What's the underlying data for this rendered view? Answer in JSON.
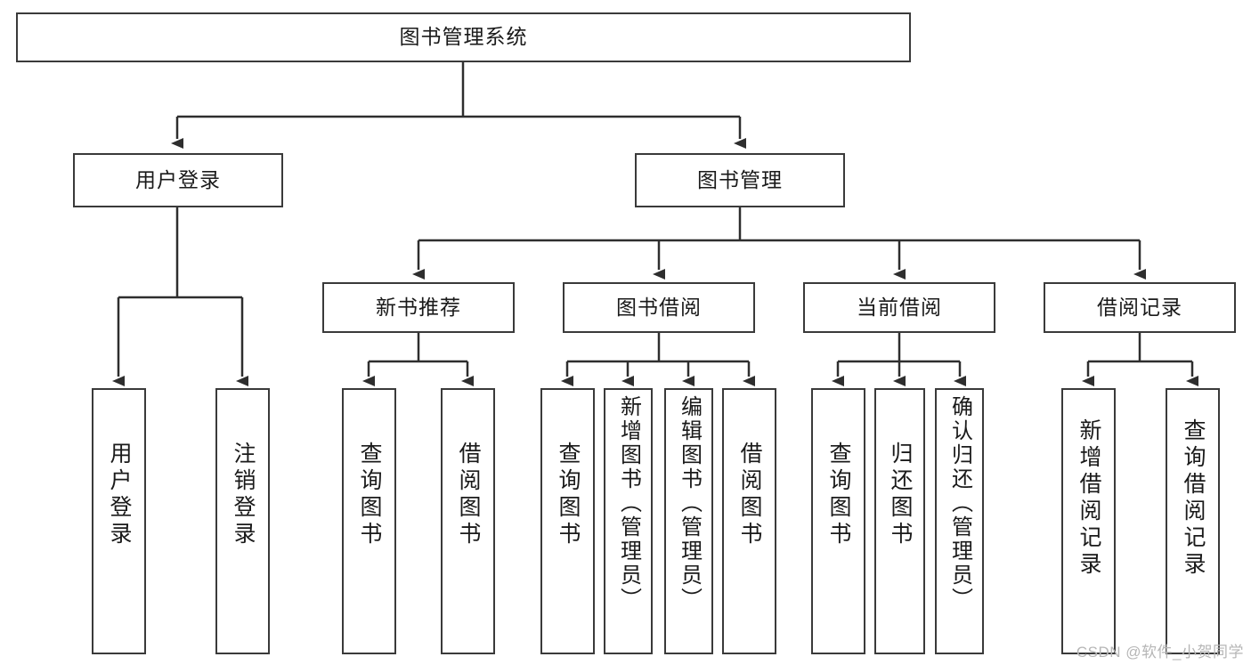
{
  "diagram": {
    "type": "tree",
    "title": "图书管理系统",
    "watermark": "CSDN @软件_小贺同学",
    "colors": {
      "box_border": "#3a3a3a",
      "box_fill": "#ffffff",
      "edge": "#2e2e2e",
      "text": "#1a1a1a",
      "background": "#ffffff",
      "watermark": "#b6b6b6"
    },
    "nodes": {
      "root": {
        "label": "图书管理系统"
      },
      "level2": [
        {
          "id": "user-login",
          "label": "用户登录"
        },
        {
          "id": "book-manage",
          "label": "图书管理"
        }
      ],
      "level3": [
        {
          "id": "new-book-recommend",
          "label": "新书推荐"
        },
        {
          "id": "book-borrow",
          "label": "图书借阅"
        },
        {
          "id": "current-borrow",
          "label": "当前借阅"
        },
        {
          "id": "borrow-record",
          "label": "借阅记录"
        }
      ],
      "leaves": {
        "user-login": [
          {
            "id": "leaf-user-login",
            "label": "用户登录"
          },
          {
            "id": "leaf-logout-login",
            "label": "注销登录"
          }
        ],
        "new-book-recommend": [
          {
            "id": "leaf-query-book-1",
            "label": "查询图书"
          },
          {
            "id": "leaf-borrow-book-1",
            "label": "借阅图书"
          }
        ],
        "book-borrow": [
          {
            "id": "leaf-query-book-2",
            "label": "查询图书"
          },
          {
            "id": "leaf-add-book-admin",
            "label": "新增图书（管理员）"
          },
          {
            "id": "leaf-edit-book-admin",
            "label": "编辑图书（管理员）"
          },
          {
            "id": "leaf-borrow-book-2",
            "label": "借阅图书"
          }
        ],
        "current-borrow": [
          {
            "id": "leaf-query-book-3",
            "label": "查询图书"
          },
          {
            "id": "leaf-return-book",
            "label": "归还图书"
          },
          {
            "id": "leaf-confirm-return-admin",
            "label": "确认归还（管理员）"
          }
        ],
        "borrow-record": [
          {
            "id": "leaf-add-borrow-record",
            "label": "新增借阅记录"
          },
          {
            "id": "leaf-query-borrow-record",
            "label": "查询借阅记录"
          }
        ]
      }
    }
  }
}
